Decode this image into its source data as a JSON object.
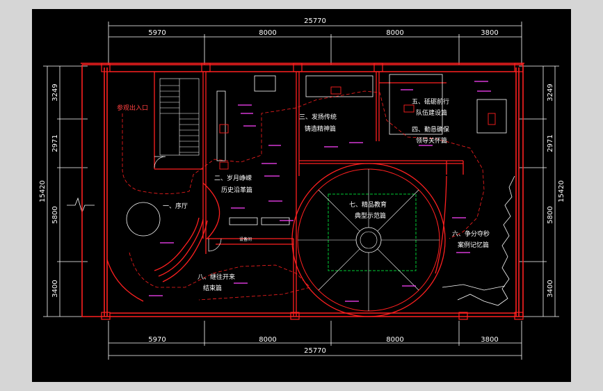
{
  "dimensions": {
    "top_total": "25770",
    "top_segments": [
      "5970",
      "8000",
      "8000",
      "3800"
    ],
    "bottom_segments": [
      "5970",
      "8000",
      "8000",
      "3800"
    ],
    "bottom_total": "25770",
    "left_total": "15420",
    "left_segments": [
      "3249",
      "2971",
      "5800",
      "3400"
    ],
    "right_total": "15420",
    "right_segments": [
      "3249",
      "2971",
      "5800",
      "3400"
    ]
  },
  "entrance": "参观出入口",
  "rooms": {
    "r1": {
      "line1": "一、序厅"
    },
    "r2": {
      "line1": "二、岁月峥嵘",
      "line2": "历史沿革篇"
    },
    "r3": {
      "line1": "三、发扬传统",
      "line2": "铸造精神篇"
    },
    "r4": {
      "line1": "四、勤恳确保",
      "line2": "领导关怀篇"
    },
    "r5": {
      "line1": "五、砥砺前行",
      "line2": "队伍建设篇"
    },
    "r6": {
      "line1": "六、争分夺秒",
      "line2": "案例记忆篇"
    },
    "r7": {
      "line1": "七、精品教育",
      "line2": "典型示范篇"
    },
    "r8": {
      "line1": "八、继往开来",
      "line2": "结束篇"
    },
    "storage": "设备间"
  },
  "colors": {
    "wall": "#ff2020",
    "dimension": "#ff00ff",
    "route": "#ff2020",
    "green": "#00cc33",
    "white": "#ffffff"
  }
}
